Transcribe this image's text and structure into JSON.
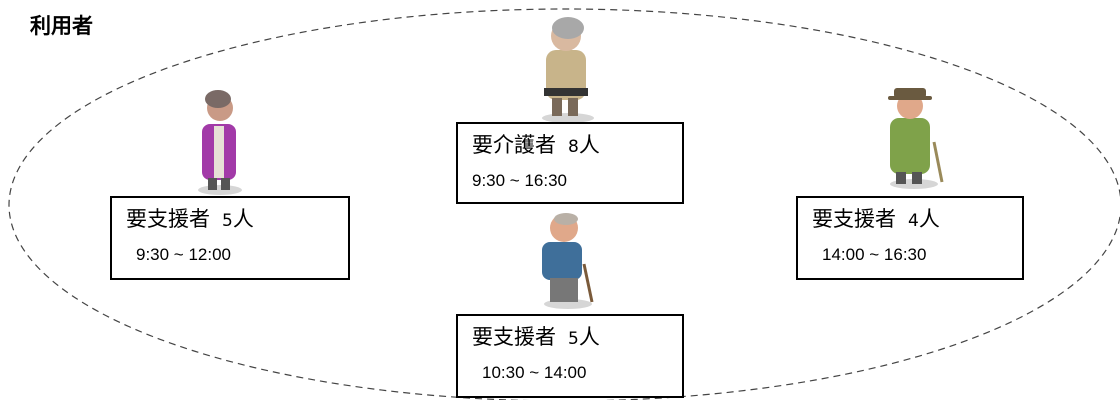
{
  "title": "利用者",
  "colors": {
    "border": "#000000",
    "ellipse_dash": "#444444",
    "figure_left_coat": "#a23aa8",
    "figure_center_top_coat": "#c8b48a",
    "figure_center_bottom_coat": "#3f6f9a",
    "figure_right_coat": "#7fa24a"
  },
  "groups": [
    {
      "id": "left",
      "category": "要支援者",
      "count": "5",
      "unit": "人",
      "hours": "9:30 ~ 12:00",
      "figure_icon": "elderly-woman-purple-icon"
    },
    {
      "id": "center-top",
      "category": "要介護者",
      "count": "8",
      "unit": "人",
      "hours": "9:30 ~ 16:30",
      "figure_icon": "elderly-person-icon"
    },
    {
      "id": "center-bottom",
      "category": "要支援者",
      "count": "5",
      "unit": "人",
      "hours": "10:30 ~ 14:00",
      "figure_icon": "elderly-man-cane-icon"
    },
    {
      "id": "right",
      "category": "要支援者",
      "count": "4",
      "unit": "人",
      "hours": "14:00 ~ 16:30",
      "figure_icon": "elderly-man-hat-cane-icon"
    }
  ]
}
